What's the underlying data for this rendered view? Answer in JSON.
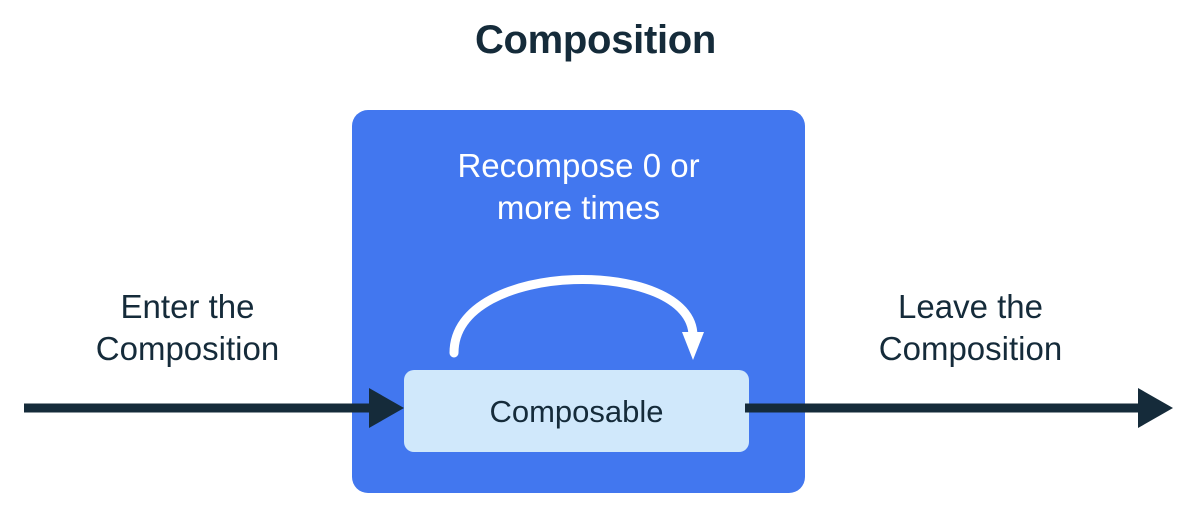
{
  "diagram": {
    "title": "Composition",
    "type": "flow-diagram",
    "colors": {
      "background": "#ffffff",
      "title_text": "#152b3a",
      "composition_fill": "#4277ef",
      "composable_fill": "#d0e8fb",
      "composable_text": "#152b3a",
      "recompose_text": "#ffffff",
      "recompose_arrow": "#ffffff",
      "flow_arrow": "#152b3a",
      "caption_text": "#152b3a"
    },
    "composition_region": {
      "recompose_label": "Recompose 0 or more times",
      "recompose_label_lines": [
        "Recompose 0 or",
        "more times"
      ],
      "node": {
        "label": "Composable"
      },
      "loop_arrow": {
        "name": "recompose-loop-arrow",
        "direction": "clockwise-over-node"
      }
    },
    "flows": [
      {
        "id": "enter",
        "caption": "Enter the Composition",
        "caption_lines": [
          "Enter the",
          "Composition"
        ],
        "direction": "right"
      },
      {
        "id": "leave",
        "caption": "Leave the Composition",
        "caption_lines": [
          "Leave the",
          "Composition"
        ],
        "direction": "right"
      }
    ]
  }
}
